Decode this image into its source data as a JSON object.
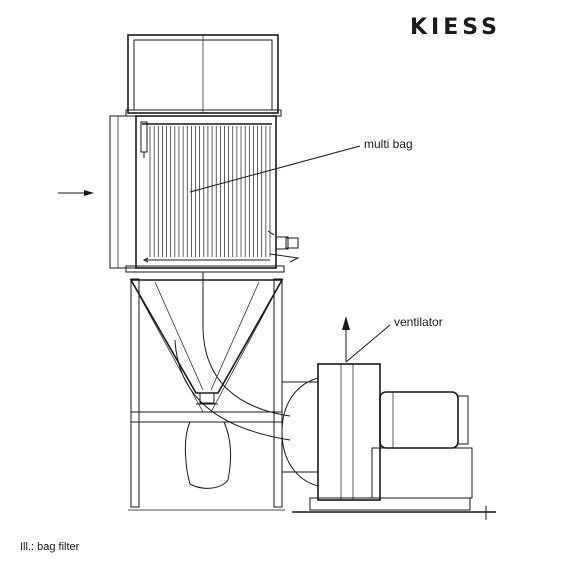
{
  "logo": {
    "text": "KIESS"
  },
  "labels": {
    "multi_bag": "multi bag",
    "ventilator": "ventilator"
  },
  "caption": "Ill.: bag filter",
  "colors": {
    "ink": "#1a1a1a",
    "background": "#ffffff"
  }
}
